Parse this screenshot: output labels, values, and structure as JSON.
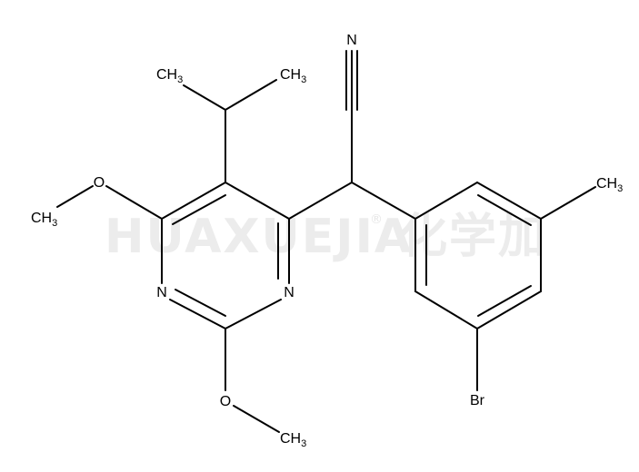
{
  "watermark": {
    "text": "HUAXUEJIA",
    "registered": "®",
    "chinese": "化学加"
  },
  "atoms": {
    "nitrile_n": "N",
    "ring_n1": "N",
    "ring_n3": "N",
    "bromine": "Br",
    "isopropyl_ch3_left": {
      "main": "CH",
      "sub": "3"
    },
    "isopropyl_ch3_right": {
      "main": "CH",
      "sub": "3"
    },
    "aryl_ch3": {
      "main": "CH",
      "sub": "3"
    },
    "methoxy6_ch3": {
      "main": "CH",
      "sub": "3"
    },
    "methoxy2_ch3": {
      "main": "CH",
      "sub": "3"
    },
    "methoxy6_o": "O",
    "methoxy2_o": "O"
  }
}
